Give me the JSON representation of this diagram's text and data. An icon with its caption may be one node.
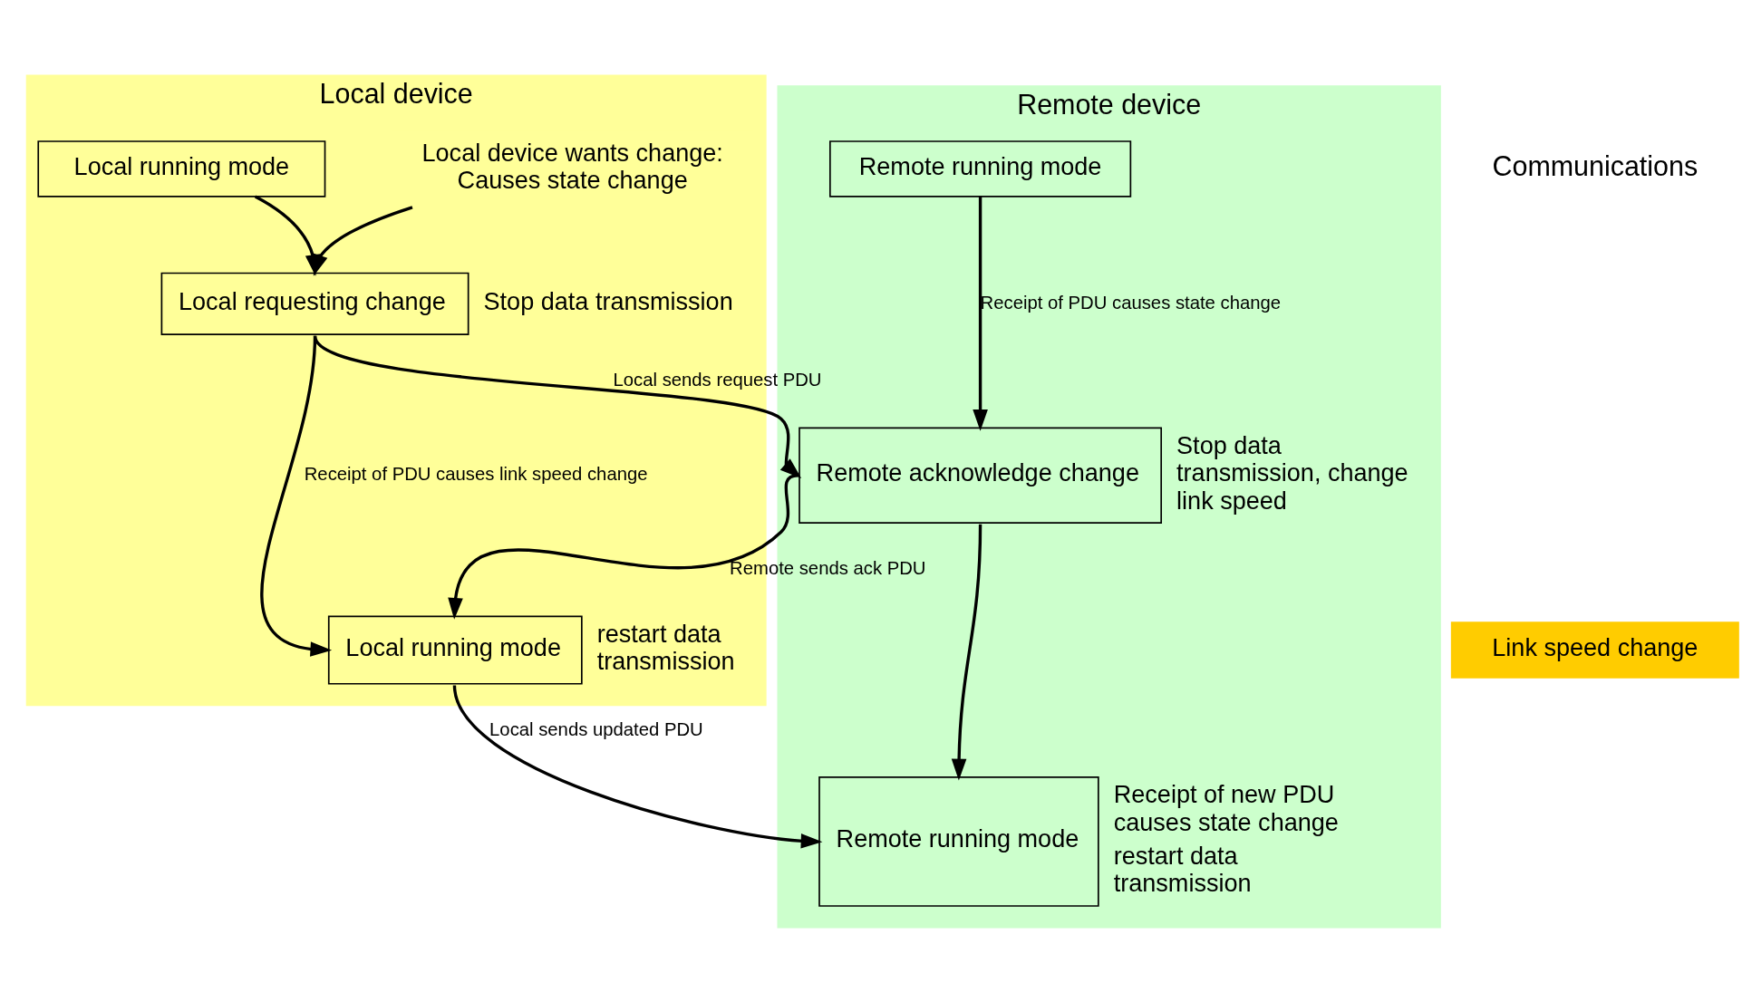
{
  "diagram": {
    "nodes": [
      {
        "text": [
          "Local device"
        ]
      },
      {
        "text": [
          "Local device wants change:",
          "Causes state change"
        ],
        "in": 0
      },
      {
        "text": [
          "Local running mode"
        ],
        "in": 0
      },
      {
        "text": [
          "Local requesting change"
        ],
        "in": 0,
        "beside": [
          "Stop data transmission"
        ]
      },
      {
        "text": [
          "Local running mode"
        ],
        "in": 0,
        "beside": [
          "restart data transmission"
        ]
      },
      {
        "text": [
          "Remote device"
        ]
      },
      {
        "text": [
          "Remote running mode"
        ],
        "in": 5
      },
      {
        "text": [
          "Remote acknowledge change"
        ],
        "in": 5,
        "beside": [
          "Stop data transmission, change link speed"
        ]
      },
      {
        "text": [
          "Remote running mode"
        ],
        "in": 5,
        "beside": [
          "Receipt of new PDU causes state change",
          "restart data transmission"
        ]
      },
      {
        "text": [
          "Link speed change"
        ]
      }
    ],
    "edges": [
      {
        "from": 1,
        "to": 3,
        "arrow": "to"
      },
      {
        "from": 2,
        "to": 3,
        "arrow": "to"
      },
      {
        "from": 3,
        "to": 4,
        "arrow": "to",
        "label": "Receipt of PDU causes link speed change"
      },
      {
        "from": 6,
        "to": 7,
        "arrow": "to",
        "label": "Receipt of PDU causes state change"
      },
      {
        "from": 7,
        "to": 8,
        "arrow": "to"
      },
      {
        "from": 3,
        "to": 7,
        "arrow": "to",
        "label": "Local sends request PDU"
      },
      {
        "from": 7,
        "to": 4,
        "arrow": "to",
        "label": "Remote sends ack PDU"
      },
      {
        "from": 4,
        "to": 8,
        "arrow": "to",
        "label": "Local sends updated PDU"
      }
    ],
    "labels": [
      "Communications"
    ]
  }
}
